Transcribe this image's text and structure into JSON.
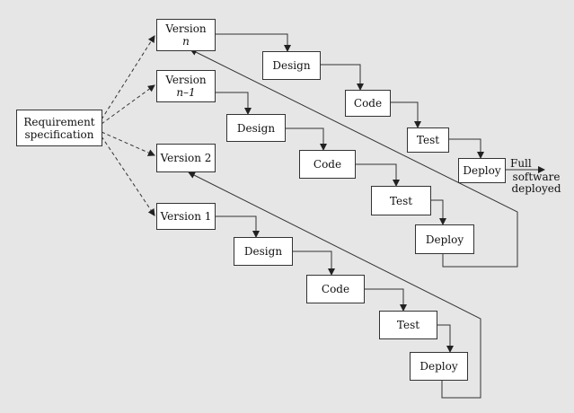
{
  "requirement": {
    "line1": "Requirement",
    "line2": "specification"
  },
  "versions": [
    {
      "id": "vn",
      "line1": "Version",
      "line2": "n"
    },
    {
      "id": "vn1",
      "line1": "Version",
      "line2": "n–1"
    },
    {
      "id": "v2",
      "line1": "Version 2"
    },
    {
      "id": "v1",
      "line1": "Version 1"
    }
  ],
  "stages": {
    "design": "Design",
    "code": "Code",
    "test": "Test",
    "deploy": "Deploy"
  },
  "output": {
    "line1": "Full",
    "line2": "software",
    "line3": "deployed"
  }
}
